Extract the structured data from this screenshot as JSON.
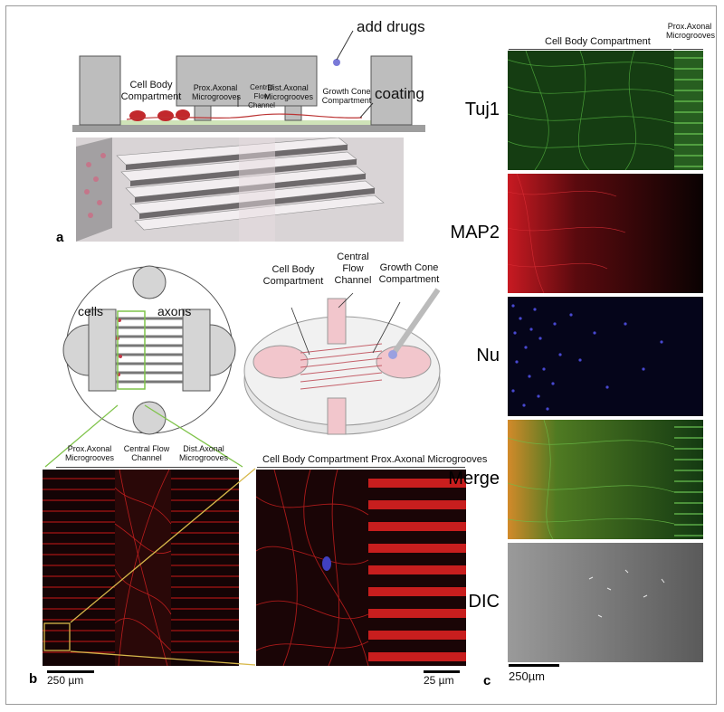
{
  "panel_a": {
    "letter": "a",
    "add_drugs": "add drugs",
    "coating": "coating",
    "cell_body_compartment": "Cell Body Compartment",
    "prox_axonal_microgrooves": "Prox.Axonal Microgrooves",
    "central_flow_channel": "Central Flow Channel",
    "dist_axonal_microgrooves": "Dist.Axonal Microgrooves",
    "growth_cone_compartment": "Growth Cone Compartment"
  },
  "panel_b": {
    "letter": "b",
    "cells": "cells",
    "axons": "axons",
    "cell_body_compartment_3d": "Cell Body Compartment",
    "central_flow_channel_3d": "Central Flow Channel",
    "growth_cone_compartment_3d": "Growth Cone Compartment",
    "left_image_headers": [
      "Prox.Axonal Microgrooves",
      "Central Flow Channel",
      "Dist.Axonal Microgrooves"
    ],
    "right_image_headers": [
      "Cell Body Compartment",
      "Prox.Axonal Microgrooves"
    ],
    "scale_left": "250 µm",
    "scale_right": "25 µm"
  },
  "panel_c": {
    "letter": "c",
    "header_cell_body": "Cell Body Compartment",
    "header_prox": "Prox.Axonal Microgrooves",
    "rows": [
      "Tuj1",
      "MAP2",
      "Nu",
      "Merge",
      "DIC"
    ],
    "scale": "250µm"
  },
  "colors": {
    "tuj1_green": "#2f8f2a",
    "map2_red": "#d0202a",
    "nu_blue": "#3a3ab0",
    "stain_red": "#b81a1a",
    "device_gray": "#cfcfcf",
    "pink_cells": "#d8a3a8",
    "zoom_green": "#7fc34a",
    "zoom_yellow": "#d7b84a"
  }
}
